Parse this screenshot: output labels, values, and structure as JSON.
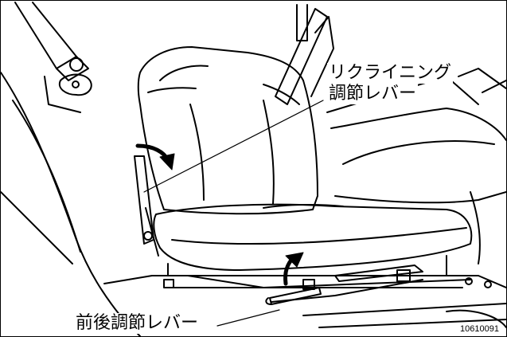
{
  "labels": {
    "recline_line1": "リクライニング",
    "recline_line2": "調節レバー",
    "slide_lever": "前後調節レバー",
    "figure_id": "10610091"
  },
  "colors": {
    "ink": "#000000",
    "paper": "#ffffff"
  }
}
